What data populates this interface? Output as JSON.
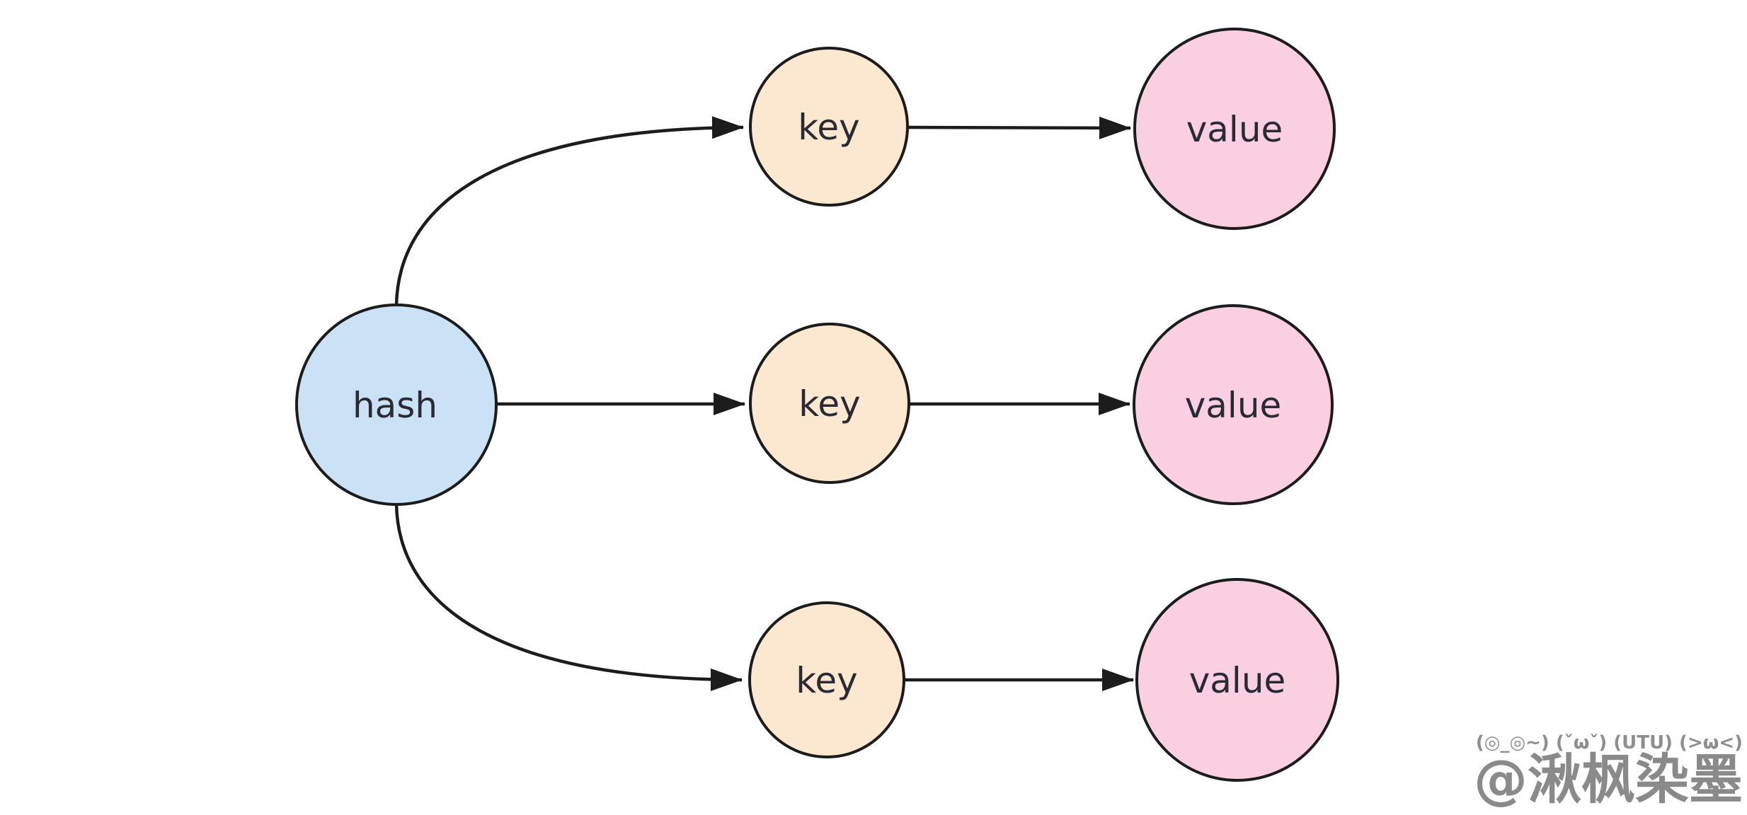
{
  "diagram": {
    "title": "hash key-value mapping diagram",
    "background_color": "#ffffff",
    "stroke_color": "#1c1c1c",
    "text_color": "#2a2a33",
    "nodes": {
      "hash": {
        "label": "hash",
        "fill": "#cbe1f6"
      },
      "key1": {
        "label": "key",
        "fill": "#fce7d0"
      },
      "key2": {
        "label": "key",
        "fill": "#fce7d0"
      },
      "key3": {
        "label": "key",
        "fill": "#fce7d0"
      },
      "value1": {
        "label": "value",
        "fill": "#fad0e1"
      },
      "value2": {
        "label": "value",
        "fill": "#fad0e1"
      },
      "value3": {
        "label": "value",
        "fill": "#fad0e1"
      }
    },
    "edges": [
      {
        "from": "hash",
        "to": "key1",
        "style": "curved"
      },
      {
        "from": "hash",
        "to": "key2",
        "style": "straight"
      },
      {
        "from": "hash",
        "to": "key3",
        "style": "curved"
      },
      {
        "from": "key1",
        "to": "value1",
        "style": "straight"
      },
      {
        "from": "key2",
        "to": "value2",
        "style": "straight"
      },
      {
        "from": "key3",
        "to": "value3",
        "style": "straight"
      }
    ],
    "watermark": {
      "emoticons": "(◎_◎~) (ˇωˇ) (UTU) (>ω<)",
      "handle": "@湫枫染墨",
      "color": "#8e8e8e"
    }
  }
}
